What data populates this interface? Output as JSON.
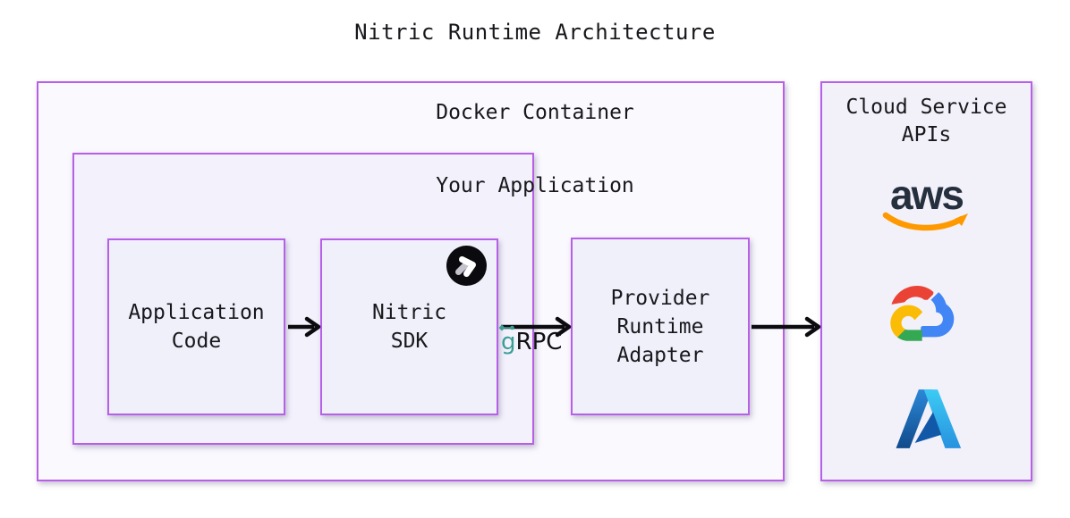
{
  "title": "Nitric Runtime Architecture",
  "docker_container": {
    "label": "Docker Container"
  },
  "your_application": {
    "label": "Your Application"
  },
  "nodes": {
    "application_code": {
      "lines": [
        "Application",
        "Code"
      ]
    },
    "nitric_sdk": {
      "lines": [
        "Nitric",
        "SDK"
      ],
      "logo": "nitric-logo"
    },
    "provider_runtime_adapter": {
      "lines": [
        "Provider",
        "Runtime",
        "Adapter"
      ]
    }
  },
  "edges": {
    "app_code_to_sdk": {
      "label": ""
    },
    "sdk_to_adapter": {
      "label_g": "g",
      "label_rpc": "RPC"
    },
    "adapter_to_cloud": {
      "label": ""
    }
  },
  "cloud_service_apis": {
    "label_line1": "Cloud Service",
    "label_line2": "APIs",
    "aws_wordmark": "aws",
    "logos": [
      "aws-logo",
      "google-cloud-logo",
      "azure-logo"
    ]
  },
  "colors": {
    "border_purple": "#b75fe8",
    "arrow_black": "#0c0c10",
    "grpc_teal": "#3a9e97",
    "aws_navy": "#252f3e",
    "aws_orange": "#ff9900",
    "gcp_red": "#EA4335",
    "gcp_blue": "#4285F4",
    "gcp_green": "#34A853",
    "gcp_yellow": "#FBBC05",
    "azure_dark_blue": "#1b5fb4",
    "azure_light_blue": "#35a5e8",
    "nitric_black": "#0b0b0f"
  }
}
